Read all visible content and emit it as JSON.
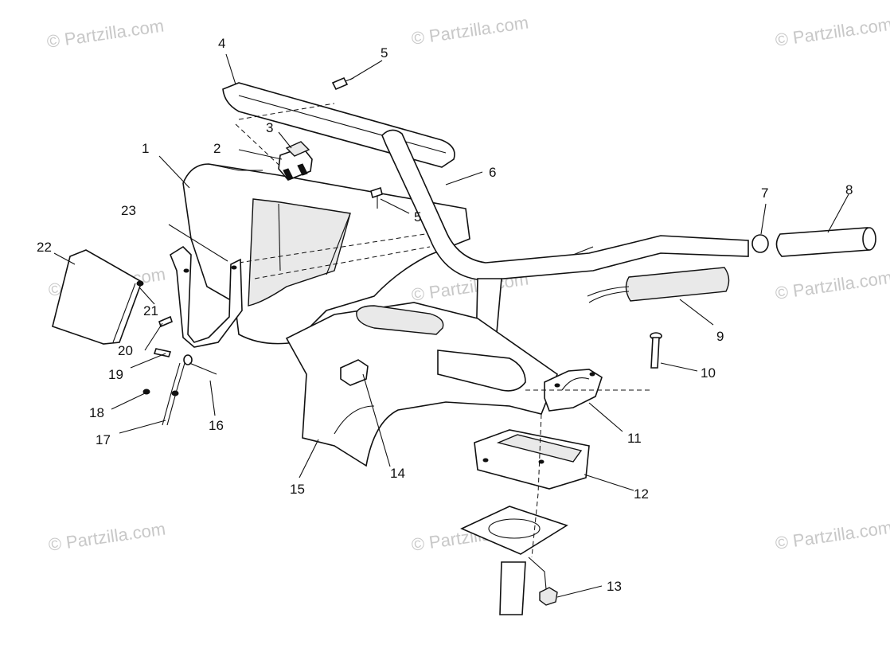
{
  "diagram": {
    "watermark_text": "© Partzilla.com",
    "callouts": [
      {
        "id": "1",
        "label": "1"
      },
      {
        "id": "2",
        "label": "2"
      },
      {
        "id": "3",
        "label": "3"
      },
      {
        "id": "4",
        "label": "4"
      },
      {
        "id": "5a",
        "label": "5"
      },
      {
        "id": "5b",
        "label": "5"
      },
      {
        "id": "6",
        "label": "6"
      },
      {
        "id": "7",
        "label": "7"
      },
      {
        "id": "8",
        "label": "8"
      },
      {
        "id": "9",
        "label": "9"
      },
      {
        "id": "10",
        "label": "10"
      },
      {
        "id": "11",
        "label": "11"
      },
      {
        "id": "12",
        "label": "12"
      },
      {
        "id": "13",
        "label": "13"
      },
      {
        "id": "14",
        "label": "14"
      },
      {
        "id": "15",
        "label": "15"
      },
      {
        "id": "16",
        "label": "16"
      },
      {
        "id": "17",
        "label": "17"
      },
      {
        "id": "18",
        "label": "18"
      },
      {
        "id": "19",
        "label": "19"
      },
      {
        "id": "20",
        "label": "20"
      },
      {
        "id": "21",
        "label": "21"
      },
      {
        "id": "22",
        "label": "22"
      },
      {
        "id": "23",
        "label": "23"
      }
    ],
    "colors": {
      "line": "#111111",
      "watermark": "#c8c8c8",
      "background": "#ffffff"
    }
  }
}
